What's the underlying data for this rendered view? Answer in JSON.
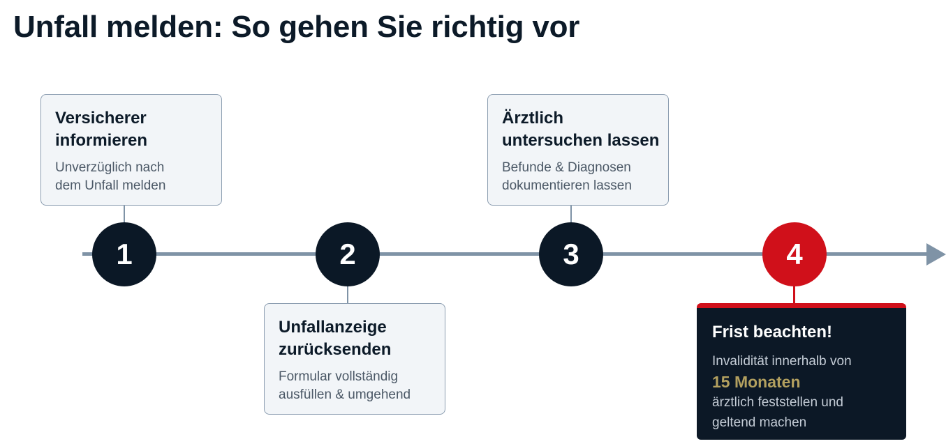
{
  "page": {
    "title": "Unfall melden: So gehen Sie richtig vor"
  },
  "steps": [
    {
      "number": "1",
      "title_line1": "Versicherer",
      "title_line2": "informieren",
      "text_line1": "Unverzüglich nach",
      "text_line2": "dem Unfall melden"
    },
    {
      "number": "2",
      "title_line1": "Unfallanzeige",
      "title_line2": "zurücksenden",
      "text_line1": "Formular vollständig",
      "text_line2": "ausfüllen & umgehend"
    },
    {
      "number": "3",
      "title_line1": "Ärztlich",
      "title_line2": "untersuchen lassen",
      "text_line1": "Befunde & Diagnosen",
      "text_line2": "dokumentieren lassen"
    },
    {
      "number": "4",
      "title": "Frist beachten!",
      "text_before": "Invalidität innerhalb von",
      "highlight": "15 Monaten",
      "text_after_line1": "ärztlich feststellen und",
      "text_after_line2": "geltend machen"
    }
  ],
  "colors": {
    "navy": "#0b1826",
    "accent_red": "#d0101a",
    "line_gray": "#7f93a6",
    "card_background": "#f2f5f8",
    "highlight_gold": "#b3a05f"
  }
}
